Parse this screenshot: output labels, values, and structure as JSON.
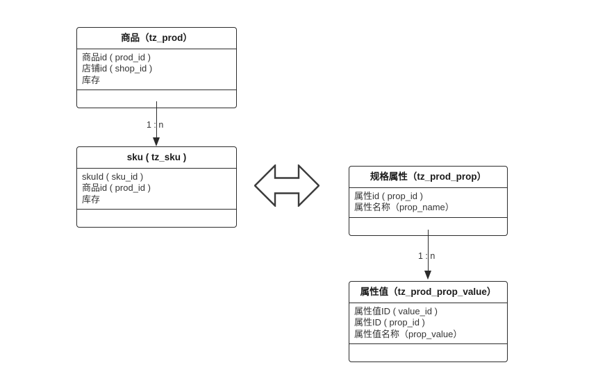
{
  "diagram": {
    "type": "er-class-diagram",
    "background_color": "#ffffff",
    "line_color": "#2b2b2b",
    "text_color": "#333333"
  },
  "entities": [
    {
      "id": "tz_prod",
      "title": "商品（tz_prod）",
      "attributes": [
        "商品id ( prod_id )",
        "店铺id ( shop_id )",
        "库存"
      ],
      "methods": []
    },
    {
      "id": "tz_sku",
      "title": "sku ( tz_sku )",
      "attributes": [
        "skuId ( sku_id )",
        "商品id ( prod_id )",
        "库存"
      ],
      "methods": []
    },
    {
      "id": "tz_prod_prop",
      "title": "规格属性（tz_prod_prop）",
      "attributes": [
        "属性id ( prop_id )",
        "属性名称（prop_name）"
      ],
      "methods": []
    },
    {
      "id": "tz_prod_prop_value",
      "title": "属性值（tz_prod_prop_value）",
      "attributes": [
        "属性值ID ( value_id )",
        "属性ID ( prop_id )",
        "属性值名称（prop_value）"
      ],
      "methods": []
    }
  ],
  "relations": [
    {
      "id": "prod-to-sku",
      "from": "tz_prod",
      "to": "tz_sku",
      "label": "1 : n",
      "style": "solid-arrow-down"
    },
    {
      "id": "prop-to-prop-value",
      "from": "tz_prod_prop",
      "to": "tz_prod_prop_value",
      "label": "1 : n",
      "style": "solid-arrow-down"
    },
    {
      "id": "sku-to-prop",
      "from": "tz_sku",
      "to": "tz_prod_prop",
      "label": "",
      "style": "double-headed-hollow-arrow"
    }
  ]
}
